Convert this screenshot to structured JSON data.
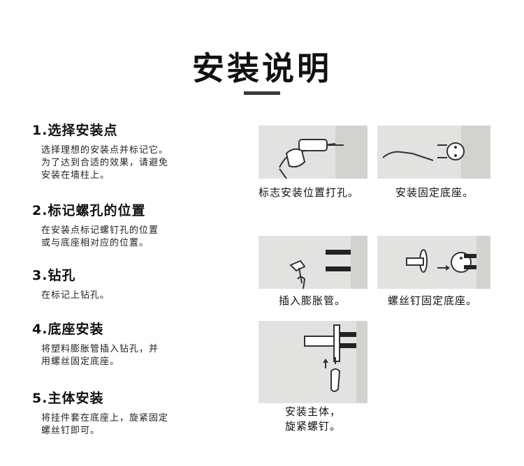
{
  "page_title": "安装说明",
  "steps": [
    {
      "title": "1.选择安装点",
      "desc": [
        "选择理想的安装点并标记它。",
        "为了达到合适的效果，请避免",
        "安装在墙柱上。"
      ]
    },
    {
      "title": "2.标记螺孔的位置",
      "desc": [
        "在安装点标记螺钉孔的位置",
        "或与底座相对应的位置。"
      ]
    },
    {
      "title": "3.钻孔",
      "desc": [
        "在标记上钻孔。"
      ]
    },
    {
      "title": "4.底座安装",
      "desc": [
        "将塑料膨胀管插入钻孔，并",
        "用螺丝固定底座。"
      ]
    },
    {
      "title": "5.主体安装",
      "desc": [
        "将挂件套在底座上，旋紧固定",
        "螺丝钉即可。"
      ]
    }
  ],
  "captions": {
    "drill": "标志安装位置打孔。",
    "base": "安装固定底座。",
    "anchor": "插入膨胀管。",
    "screw": "螺丝钉固定底座。",
    "body_line1": "安装主体，",
    "body_line2": "旋紧螺钉。"
  }
}
